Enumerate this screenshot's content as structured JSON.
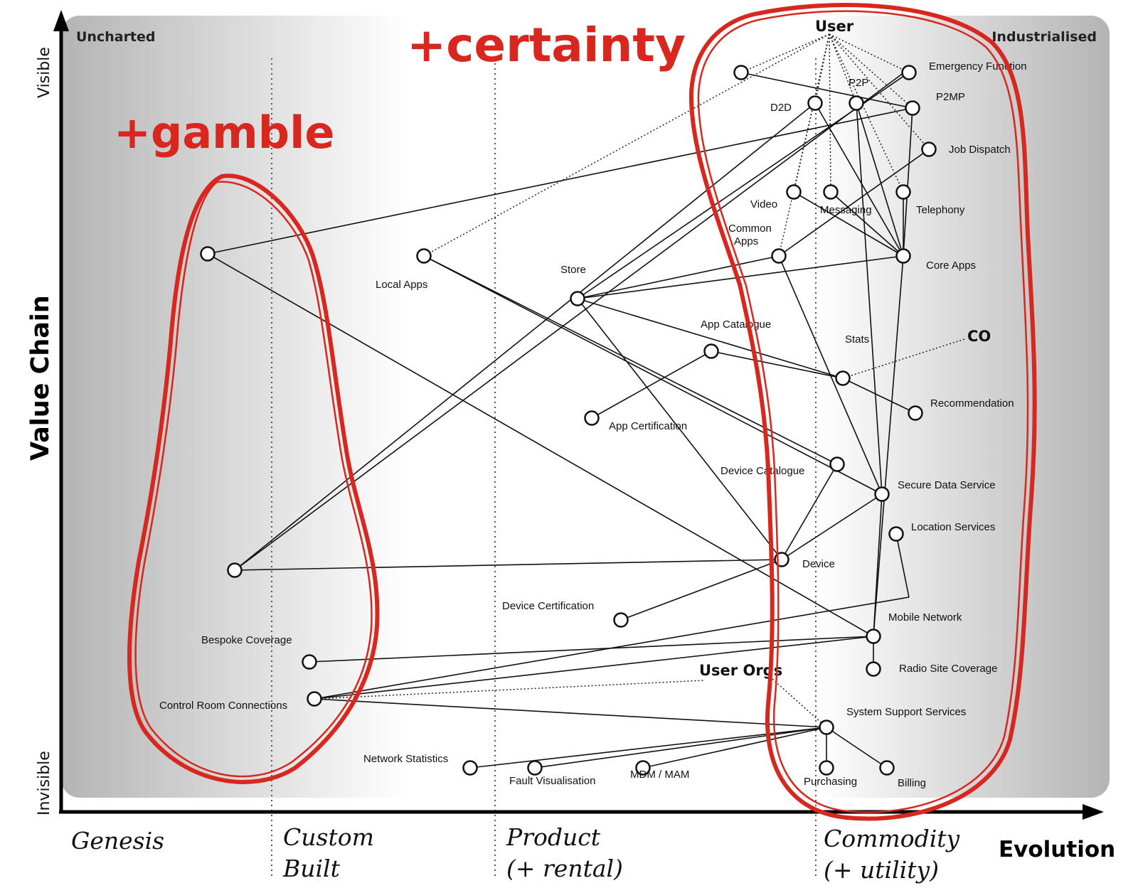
{
  "axes": {
    "y_title": "Value Chain",
    "y_top": "Visible",
    "y_bottom": "Invisible",
    "x_title": "Evolution"
  },
  "corners": {
    "top_left": "Uncharted",
    "top_right": "Industrialised"
  },
  "stages": {
    "genesis": "Genesis",
    "custom_line1": "Custom",
    "custom_line2": "Built",
    "product_line1": "Product",
    "product_line2": "(+ rental)",
    "commodity_line1": "Commodity",
    "commodity_line2": "(+ utility)"
  },
  "annotations": {
    "certainty": "+certainty",
    "gamble": "+gamble"
  },
  "colors": {
    "annotation_red": "#d8271f",
    "node_stroke": "#111111",
    "shade_dark": "#b4b4b4"
  },
  "labels": {
    "user": "User",
    "emergency": "Emergency Function",
    "p2p": "P2P",
    "p2mp": "P2MP",
    "d2d": "D2D",
    "job_dispatch": "Job Dispatch",
    "video": "Video",
    "messaging": "Messaging",
    "telephony": "Telephony",
    "common_apps_1": "Common",
    "common_apps_2": "Apps",
    "core_apps": "Core Apps",
    "local_apps": "Local Apps",
    "store": "Store",
    "app_catalogue": "App Catalogue",
    "stats": "Stats",
    "co": "CO",
    "recommendation": "Recommendation",
    "app_certification": "App Certification",
    "device_catalogue": "Device Catalogue",
    "secure_data": "Secure Data Service",
    "location_services": "Location Services",
    "device": "Device",
    "device_certification": "Device Certification",
    "mobile_network": "Mobile Network",
    "bespoke_coverage": "Bespoke Coverage",
    "radio_site_coverage": "Radio Site Coverage",
    "user_orgs": "User Orgs",
    "control_room": "Control Room Connections",
    "system_support": "System Support Services",
    "network_statistics": "Network Statistics",
    "fault_visualisation": "Fault Visualisation",
    "mdm_mam": "MDM / MAM",
    "purchasing": "Purchasing",
    "billing": "Billing"
  }
}
